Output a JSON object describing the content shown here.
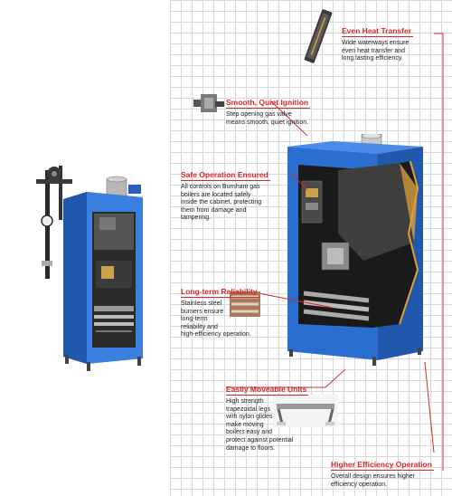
{
  "callouts": {
    "even_heat": {
      "title": "Even Heat Transfer",
      "body": "Wide waterways ensure\neven heat transfer and\nlong lasting efficiency.",
      "icon": "heat-exchanger-section-icon"
    },
    "quiet_ignition": {
      "title": "Smooth, Quiet Ignition",
      "body": "Step opening gas valve\nmeans smooth, quiet ignition.",
      "icon": "gas-valve-icon"
    },
    "safe_operation": {
      "title": "Safe Operation Ensured",
      "body": "All controls on Burnham gas\nboilers are located safely\ninside the cabinet, protecting\nthem from damage and\ntampering."
    },
    "reliability": {
      "title": "Long-term Reliability",
      "body": "Stainless steel\nburners ensure\nlong-term\nreliability and\nhigh-efficiency operation.",
      "icon": "burner-tubes-icon"
    },
    "moveable": {
      "title": "Easily Moveable Units",
      "body": "High strength\ntrapezoidal legs\nwith nylon glides\nmake moving\nboilers easy and\nprotect against potential\ndamage to floors.",
      "icon": "leg-glide-icon"
    },
    "efficiency": {
      "title": "Higher Efficiency Operation",
      "body": "Overall design ensures higher\nefficiency operation."
    }
  },
  "colors": {
    "accent_red": "#d42a2a",
    "boiler_blue": "#2a6fd0",
    "grid": "#d9d9d9"
  }
}
